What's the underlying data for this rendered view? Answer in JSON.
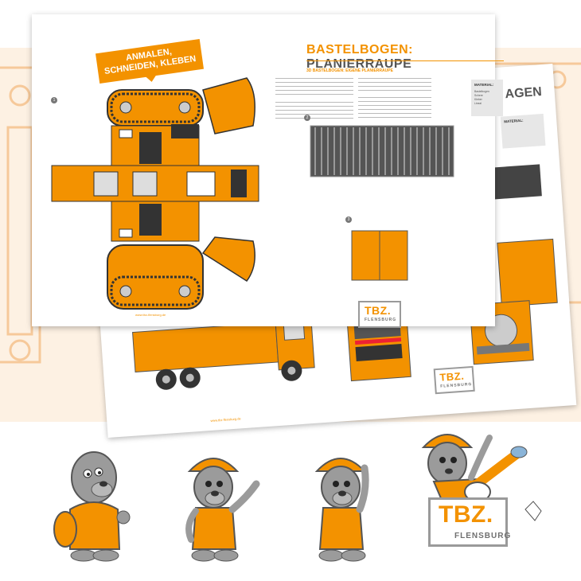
{
  "sheet_front": {
    "title_orange": "BASTELBOGEN:",
    "title_gray": "PLANIERRAUPE",
    "subtitle": "3D BASTELBOGEN: EIGENE PLANIERRAUPE",
    "banner": [
      "ANMALEN,",
      "SCHNEIDEN, KLEBEN"
    ],
    "material_heading": "MATERIAL:",
    "material_items": [
      "Bastelbogen",
      "Schere",
      "Kleber",
      "Lineal"
    ],
    "url": "www.tbz-flensburg.de",
    "steps": [
      "1",
      "2",
      "3"
    ]
  },
  "sheet_back": {
    "title": "AGEN",
    "material_heading": "MATERIAL:",
    "url": "www.tbz-flensburg.de"
  },
  "logo": {
    "brand": "TBZ.",
    "city": "FLENSBURG"
  },
  "colors": {
    "brand_orange": "#f39200",
    "gray": "#6f6f6f",
    "mascot_gray": "#9b9b9b"
  },
  "mascots": [
    "mole-thumbs-up",
    "mole-waving",
    "mole-pointing-up",
    "mole-kicking-logo"
  ]
}
